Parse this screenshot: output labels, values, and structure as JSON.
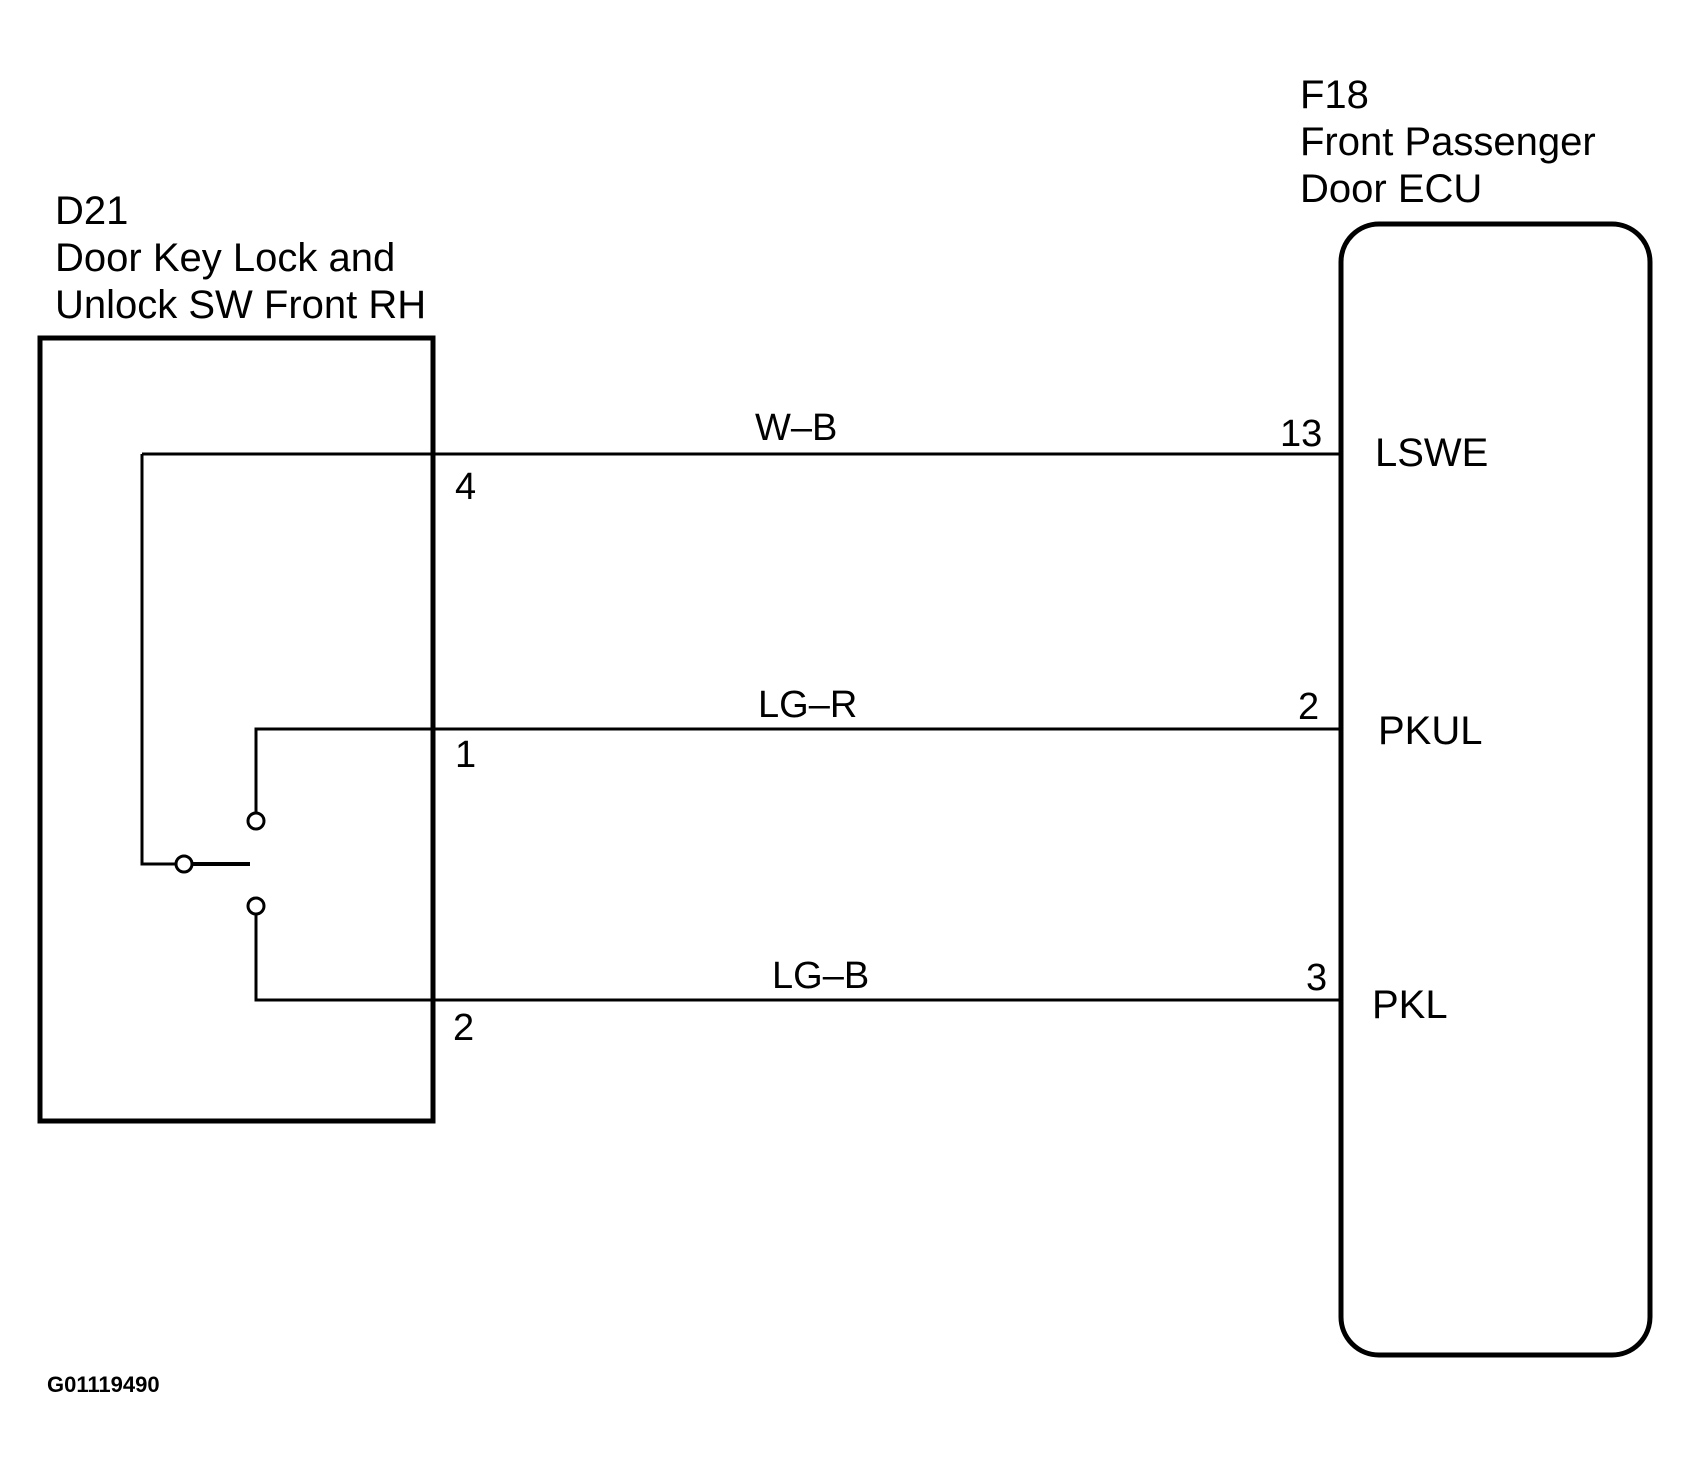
{
  "left_component": {
    "code": "D21",
    "name_line1": "Door Key Lock and",
    "name_line2": "Unlock SW Front RH",
    "pins": {
      "top": "4",
      "middle": "1",
      "bottom": "2"
    }
  },
  "right_component": {
    "code": "F18",
    "name_line1": "Front Passenger",
    "name_line2": "Door ECU",
    "pins": {
      "top": "13",
      "middle": "2",
      "bottom": "3"
    },
    "terminals": {
      "top": "LSWE",
      "middle": "PKUL",
      "bottom": "PKL"
    }
  },
  "wires": {
    "top": "W–B",
    "middle": "LG–R",
    "bottom": "LG–B"
  },
  "figure_id": "G01119490"
}
